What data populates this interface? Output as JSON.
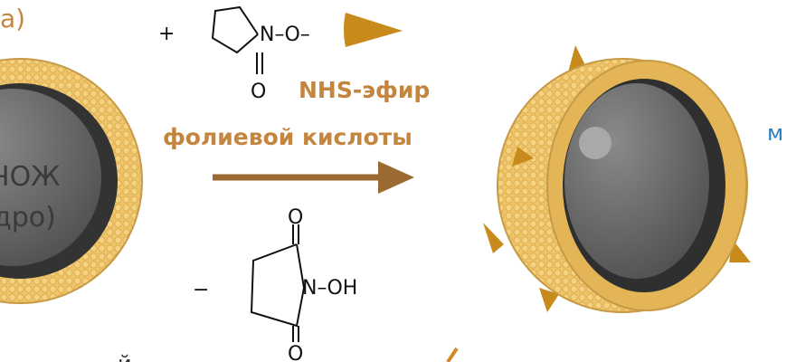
{
  "panel_label": "а)",
  "core_label": {
    "line1": "ЧОЖ",
    "line2": "дро)"
  },
  "reagent": {
    "sign": "+",
    "linkage": "N–O–",
    "carbonyl_o": "O",
    "name_line1": "NHS-эфир",
    "name_line2": "фолиевой кислоты"
  },
  "byproduct": {
    "sign": "−",
    "group": "N–OH",
    "o_top": "O",
    "o_bottom": "O"
  },
  "right_label_fragment": "м",
  "bottom_left_fragment": "й",
  "colors": {
    "shell": "#e9bd5c",
    "folate": "#c98a1c",
    "core": "#5e5e5e",
    "arrow": "#9a6a32",
    "label": "#c4863e",
    "blue": "#2a7fc0"
  }
}
